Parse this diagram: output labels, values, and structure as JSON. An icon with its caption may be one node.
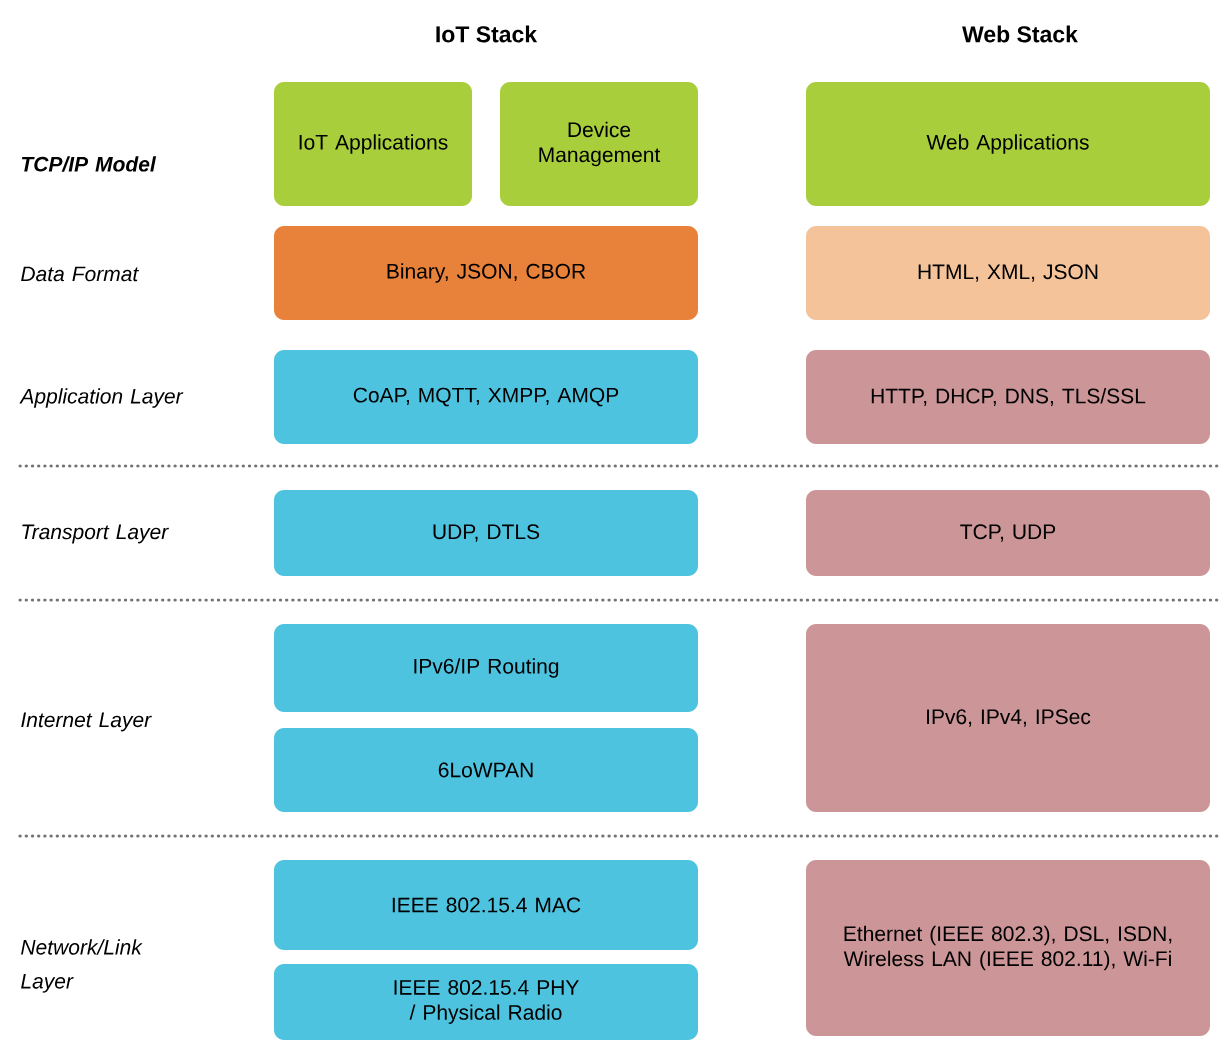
{
  "diagram": {
    "nodes": [
      {
        "text": [
          "IoT Applications"
        ]
      },
      {
        "text": [
          "Device Management"
        ]
      },
      {
        "text": [
          "Web Applications"
        ]
      },
      {
        "text": [
          "Binary, JSON, CBOR"
        ]
      },
      {
        "text": [
          "HTML, XML, JSON"
        ]
      },
      {
        "text": [
          "CoAP, MQTT, XMPP, AMQP"
        ]
      },
      {
        "text": [
          "HTTP, DHCP, DNS, TLS/SSL"
        ]
      },
      {
        "text": [
          "UDP, DTLS"
        ]
      },
      {
        "text": [
          "TCP, UDP"
        ]
      },
      {
        "text": [
          "IPv6/IP Routing"
        ]
      },
      {
        "text": [
          "6LoWPAN"
        ]
      },
      {
        "text": [
          "IPv6, IPv4, IPSec"
        ]
      },
      {
        "text": [
          "IEEE 802.15.4 MAC"
        ]
      },
      {
        "text": [
          "IEEE 802.15.4 PHY / Physical Radio"
        ]
      },
      {
        "text": [
          "Ethernet (IEEE 802.3), DSL, ISDN, Wireless LAN (IEEE 802.11), Wi-Fi"
        ]
      }
    ],
    "labels": [
      "IoT Stack",
      "Web Stack",
      "TCP/IP Model",
      "Data Format",
      "Application Layer",
      "Transport Layer",
      "Internet Layer",
      "Network/Link Layer"
    ]
  }
}
